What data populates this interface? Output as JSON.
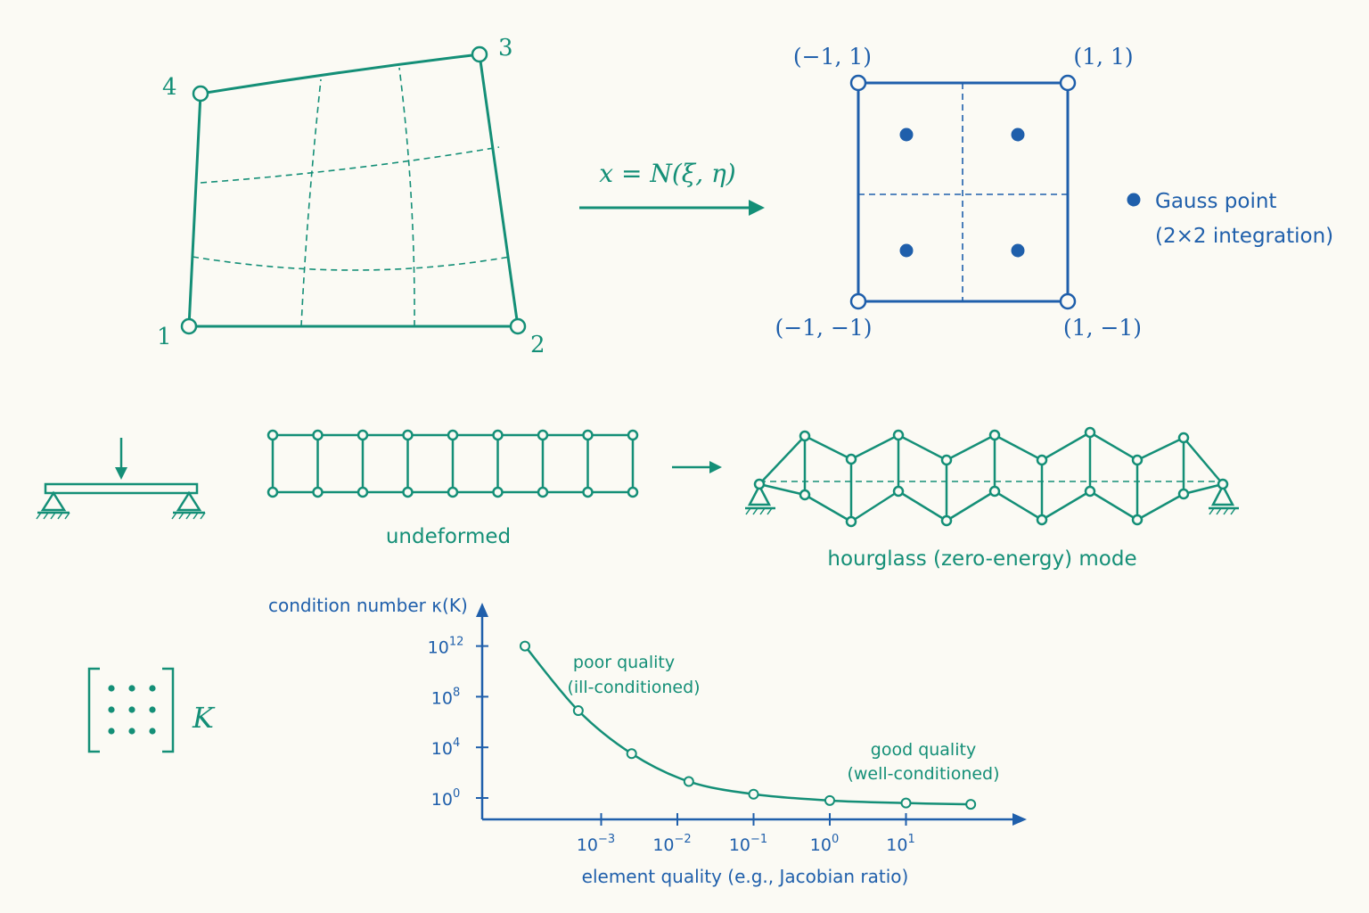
{
  "colors": {
    "teal": "#148f77",
    "blue": "#1f5fab",
    "background": "#fbfaf4"
  },
  "physical_element": {
    "node_labels": [
      "1",
      "2",
      "3",
      "4"
    ]
  },
  "mapping": {
    "equation": "x = N(ξ, η)"
  },
  "reference_element": {
    "corner_labels": [
      "(−1, 1)",
      "(1, 1)",
      "(−1, −1)",
      "(1, −1)"
    ],
    "legend": {
      "line1": "Gauss point",
      "line2": "(2×2 integration)"
    }
  },
  "beam": {
    "undeformed_label": "undeformed",
    "hourglass_label": "hourglass (zero-energy) mode"
  },
  "matrix": {
    "symbol": "K"
  },
  "chart_data": {
    "type": "line",
    "ylabel": "condition number κ(K)",
    "xlabel": "element quality (e.g., Jacobian ratio)",
    "x_scale": "log",
    "y_scale": "log",
    "x_ticks": [
      {
        "exp": -3,
        "label": "10",
        "sup": "−3"
      },
      {
        "exp": -2,
        "label": "10",
        "sup": "−2"
      },
      {
        "exp": -1,
        "label": "10",
        "sup": "−1"
      },
      {
        "exp": 0,
        "label": "10",
        "sup": "0"
      },
      {
        "exp": 1,
        "label": "10",
        "sup": "1"
      }
    ],
    "y_ticks": [
      {
        "exp": 12,
        "label": "10",
        "sup": "12"
      },
      {
        "exp": 8,
        "label": "10",
        "sup": "8"
      },
      {
        "exp": 4,
        "label": "10",
        "sup": "4"
      },
      {
        "exp": 0,
        "label": "10",
        "sup": "0"
      }
    ],
    "series": [
      {
        "points": [
          {
            "log_x": -4.0,
            "log_y": 12.0
          },
          {
            "log_x": -3.3,
            "log_y": 6.9
          },
          {
            "log_x": -2.6,
            "log_y": 3.5
          },
          {
            "log_x": -1.85,
            "log_y": 1.3
          },
          {
            "log_x": -1.0,
            "log_y": 0.3
          },
          {
            "log_x": 0.0,
            "log_y": -0.2
          },
          {
            "log_x": 1.0,
            "log_y": -0.4
          },
          {
            "log_x": 1.85,
            "log_y": -0.5
          }
        ]
      }
    ],
    "annotations": {
      "poor_line1": "poor quality",
      "poor_line2": "(ill-conditioned)",
      "good_line1": "good quality",
      "good_line2": "(well-conditioned)"
    }
  }
}
